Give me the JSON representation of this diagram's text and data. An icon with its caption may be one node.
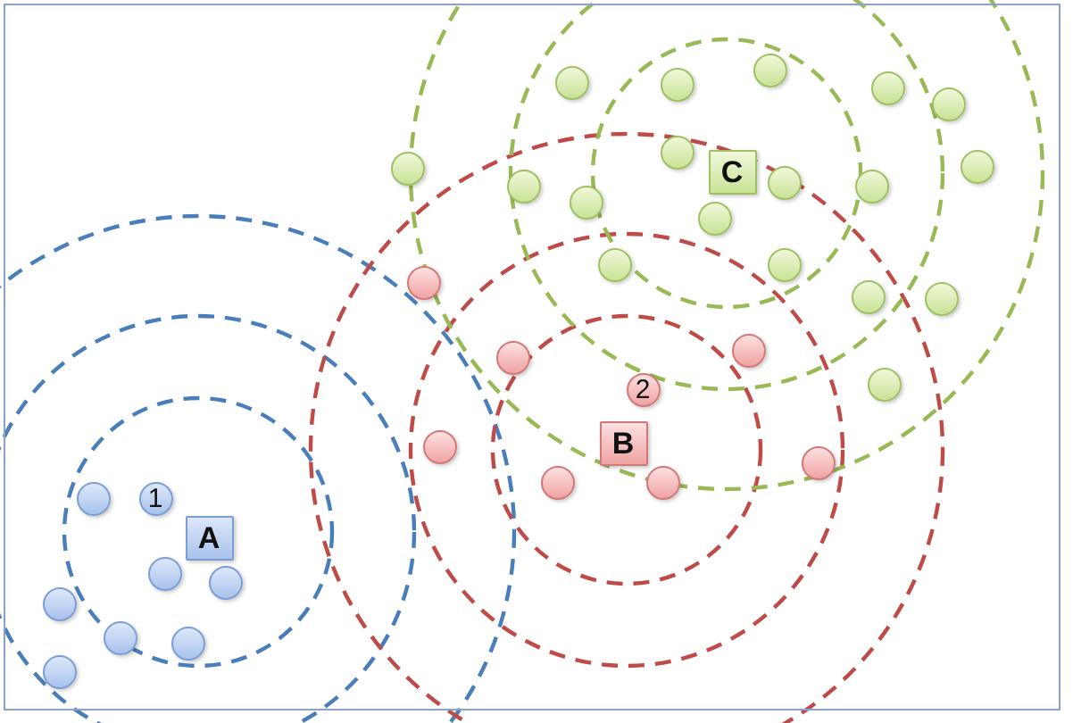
{
  "diagram": {
    "nodes": [
      {
        "text": [],
        "shape": "circle"
      },
      {
        "text": [],
        "shape": "circle"
      },
      {
        "text": [],
        "shape": "circle"
      },
      {
        "text": [],
        "shape": "circle"
      },
      {
        "text": [],
        "shape": "circle"
      },
      {
        "text": [],
        "shape": "circle"
      },
      {
        "text": [],
        "shape": "circle"
      },
      {
        "text": [],
        "shape": "circle"
      },
      {
        "text": [
          "C"
        ]
      },
      {
        "text": [],
        "shape": "circle"
      },
      {
        "text": [],
        "shape": "circle"
      },
      {
        "text": [],
        "shape": "circle"
      },
      {
        "text": [],
        "shape": "circle"
      },
      {
        "text": [],
        "shape": "circle"
      },
      {
        "text": [],
        "shape": "circle"
      },
      {
        "text": [],
        "shape": "circle"
      },
      {
        "text": [],
        "shape": "circle"
      },
      {
        "text": [],
        "shape": "circle"
      },
      {
        "text": [],
        "shape": "circle"
      },
      {
        "text": [],
        "shape": "circle"
      },
      {
        "text": [],
        "shape": "circle"
      },
      {
        "text": [],
        "shape": "circle"
      },
      {
        "text": [
          "2"
        ]
      },
      {
        "text": [
          "B"
        ]
      },
      {
        "text": [],
        "shape": "circle"
      },
      {
        "text": [],
        "shape": "circle"
      },
      {
        "text": [],
        "shape": "circle"
      },
      {
        "text": [],
        "shape": "circle"
      },
      {
        "text": [],
        "shape": "circle"
      },
      {
        "text": [
          "1"
        ]
      },
      {
        "text": [
          "A"
        ]
      },
      {
        "text": [],
        "shape": "circle"
      },
      {
        "text": [],
        "shape": "circle"
      },
      {
        "text": [],
        "shape": "circle"
      },
      {
        "text": [],
        "shape": "circle"
      },
      {
        "text": [],
        "shape": "circle"
      },
      {
        "text": [],
        "shape": "circle"
      }
    ]
  }
}
